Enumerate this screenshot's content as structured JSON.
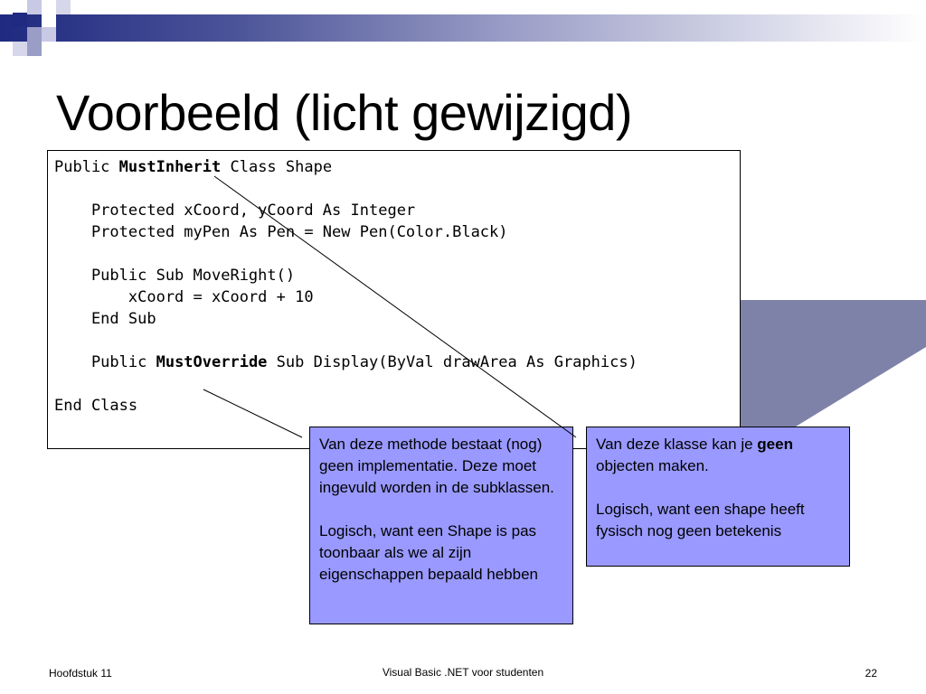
{
  "slide": {
    "title": "Voorbeeld (licht gewijzigd)"
  },
  "code": {
    "line1_a": "Public ",
    "line1_b": "MustInherit",
    "line1_c": " Class Shape",
    "line2": "    Protected xCoord, yCoord As Integer",
    "line3": "    Protected myPen As Pen = New Pen(Color.Black)",
    "line4": "    Public Sub MoveRight()",
    "line5": "        xCoord = xCoord + 10",
    "line6": "    End Sub",
    "line7_a": "    Public ",
    "line7_b": "MustOverride",
    "line7_c": " Sub Display(ByVal drawArea As Graphics)",
    "line8": "End Class"
  },
  "callouts": {
    "method": {
      "p1": "Van deze methode bestaat (nog) geen implementatie. Deze moet ingevuld worden in de subklassen.",
      "p2": "Logisch, want een Shape is pas toonbaar als we al zijn eigenschappen bepaald hebben"
    },
    "class": {
      "p1_a": "Van deze klasse kan je ",
      "p1_b": "geen",
      "p1_c": " objecten maken.",
      "p2": "Logisch, want een shape heeft fysisch nog geen betekenis"
    }
  },
  "footer": {
    "left": "Hoofdstuk 11",
    "center": "Visual Basic .NET voor studenten",
    "page": "22"
  },
  "colors": {
    "callout_fill": "#9999ff",
    "accent_dark": "#1f2a80",
    "slate": "#7f82a8"
  }
}
